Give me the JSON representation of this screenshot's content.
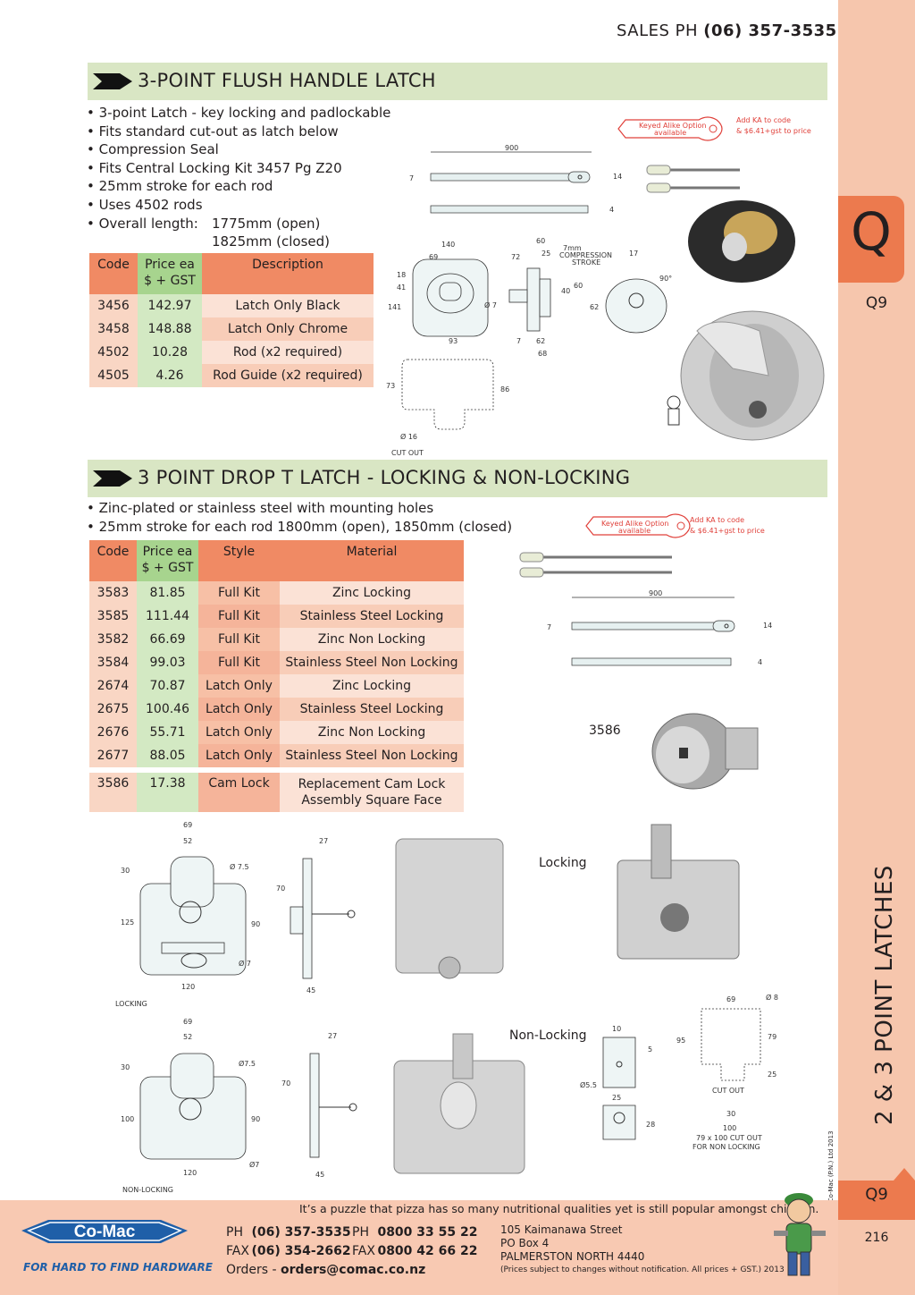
{
  "header": {
    "sales_label": "SALES  PH",
    "sales_phone": "(06) 357-3535"
  },
  "side_tab": {
    "letter": "Q",
    "page_code": "Q9",
    "vertical_title": "2 & 3 POINT LATCHES",
    "copyright": "© Co-Mac (P.N.) Ltd 2013",
    "page_code_bottom": "Q9",
    "page_number": "216"
  },
  "section1": {
    "title": "3-POINT FLUSH HANDLE LATCH",
    "bullets": [
      "• 3-point Latch - key locking and padlockable",
      "• Fits standard cut-out as latch below",
      "• Compression Seal",
      "• Fits Central Locking Kit 3457 Pg Z20",
      "• 25mm stroke for each rod",
      "• Uses 4502 rods"
    ],
    "overall_label": "• Overall length:",
    "overall_open": "1775mm (open)",
    "overall_closed": "1825mm (closed)",
    "table_headers": {
      "code": "Code",
      "price_1": "Price ea",
      "price_2": "$ + GST",
      "desc": "Description"
    },
    "rows": [
      {
        "code": "3456",
        "price": "142.97",
        "desc": "Latch Only Black"
      },
      {
        "code": "3458",
        "price": "148.88",
        "desc": "Latch Only Chrome"
      },
      {
        "code": "4502",
        "price": "10.28",
        "desc": "Rod (x2 required)"
      },
      {
        "code": "4505",
        "price": "4.26",
        "desc": "Rod Guide (x2 required)"
      }
    ],
    "key_tag_1": "Keyed Alike Option",
    "key_tag_2": "available",
    "ka_note_1": "Add KA to code",
    "ka_note_2": "& $6.41+gst to price",
    "dims": {
      "d900": "900",
      "d7": "7",
      "d14": "14",
      "d4": "4",
      "d140": "140",
      "d69": "69",
      "d18": "18",
      "d41": "41",
      "d141": "141",
      "d60": "60",
      "d72": "72",
      "d25": "25",
      "comp1": "7mm",
      "comp2": "COMPRESSION",
      "comp3": "STROKE",
      "d17": "17",
      "d90": "90°",
      "d40": "40",
      "d60b": "60",
      "d62": "62",
      "dia7": "Ø 7",
      "d93": "93",
      "d7b": "7",
      "d62b": "62",
      "d68": "68",
      "d73": "73",
      "d86": "86",
      "dia16": "Ø  16",
      "cutout": "CUT OUT"
    }
  },
  "section2": {
    "title": "3 POINT DROP T LATCH - LOCKING & NON-LOCKING",
    "bullet_1": "• Zinc-plated or stainless steel with mounting holes",
    "bullet_2": "•   25mm stroke for each rod 1800mm (open), 1850mm (closed)",
    "table_headers": {
      "code": "Code",
      "price_1": "Price ea",
      "price_2": "$ + GST",
      "style": "Style",
      "material": "Material"
    },
    "rows": [
      {
        "code": "3583",
        "price": "81.85",
        "style": "Full Kit",
        "material": "Zinc Locking"
      },
      {
        "code": "3585",
        "price": "111.44",
        "style": "Full Kit",
        "material": "Stainless Steel Locking"
      },
      {
        "code": "3582",
        "price": "66.69",
        "style": "Full Kit",
        "material": "Zinc Non Locking"
      },
      {
        "code": "3584",
        "price": "99.03",
        "style": "Full Kit",
        "material": "Stainless Steel Non Locking"
      },
      {
        "code": "2674",
        "price": "70.87",
        "style": "Latch Only",
        "material": "Zinc Locking"
      },
      {
        "code": "2675",
        "price": "100.46",
        "style": "Latch Only",
        "material": "Stainless Steel Locking"
      },
      {
        "code": "2676",
        "price": "55.71",
        "style": "Latch Only",
        "material": "Zinc Non Locking"
      },
      {
        "code": "2677",
        "price": "88.05",
        "style": "Latch Only",
        "material": "Stainless Steel Non Locking"
      }
    ],
    "cam_row": {
      "code": "3586",
      "price": "17.38",
      "style": "Cam Lock",
      "material_1": "Replacement Cam Lock",
      "material_2": "Assembly Square Face"
    },
    "key_tag_1": "Keyed Alike Option",
    "key_tag_2": "available",
    "ka_note_1": "Add KA to code",
    "ka_note_2": "& $6.41+gst to price",
    "cam_label": "3586",
    "locking_label": "Locking",
    "nonlocking_label": "Non-Locking",
    "drawing_locking": "LOCKING",
    "drawing_nonlocking": "NON-LOCKING",
    "dims": {
      "d900": "900",
      "d7": "7",
      "d14": "14",
      "d4": "4",
      "d69": "69",
      "d52": "52",
      "d30": "30",
      "d125": "125",
      "d90": "90",
      "dia75": "Ø 7.5",
      "dia7": "Ø 7",
      "d120": "120",
      "d27": "27",
      "d70": "70",
      "d45": "45",
      "d69b": "69",
      "d52b": "52",
      "d30b": "30",
      "d100": "100",
      "d90b": "90",
      "dia75b": "Ø7.5",
      "dia7b": "Ø7",
      "d120b": "120",
      "d27b": "27",
      "d70b": "70",
      "d45b": "45",
      "d10": "10",
      "d5": "5",
      "dia55": "Ø5.5",
      "d25": "25",
      "d28": "28",
      "c69": "69",
      "dia8": "Ø 8",
      "d95": "95",
      "d79": "79",
      "d25b": "25",
      "cutout": "CUT OUT",
      "d30c": "30",
      "d100c": "100",
      "cut1": "79 x 100 CUT OUT",
      "cut2": "FOR NON LOCKING"
    }
  },
  "footer": {
    "quote": "It’s a puzzle that pizza has so many nutritional qualities yet is still popular amongst children.",
    "logo": "Co-Mac",
    "tagline": "FOR HARD TO FIND HARDWARE",
    "ph_label": "PH",
    "ph": "(06) 357-3535",
    "fax_label": "FAX",
    "fax": "(06) 354-2662",
    "ph2_label": "PH",
    "ph2": "0800 33 55 22",
    "fax2_label": "FAX",
    "fax2": "0800 42 66 22",
    "orders_label": "Orders - ",
    "orders": "orders@comac.co.nz",
    "addr1": "105 Kaimanawa Street",
    "addr2": "PO Box 4",
    "addr3": "PALMERSTON NORTH 4440",
    "note": "(Prices subject to changes without notification.  All prices + GST.)  2013"
  },
  "colors": {
    "banner": "#d9e6c4",
    "header_orange": "#f08a64",
    "header_green": "#a7d48e",
    "tab": "#f6c6ad",
    "tab_dark": "#ec7a4e",
    "logo_blue": "#1f5fa8"
  }
}
